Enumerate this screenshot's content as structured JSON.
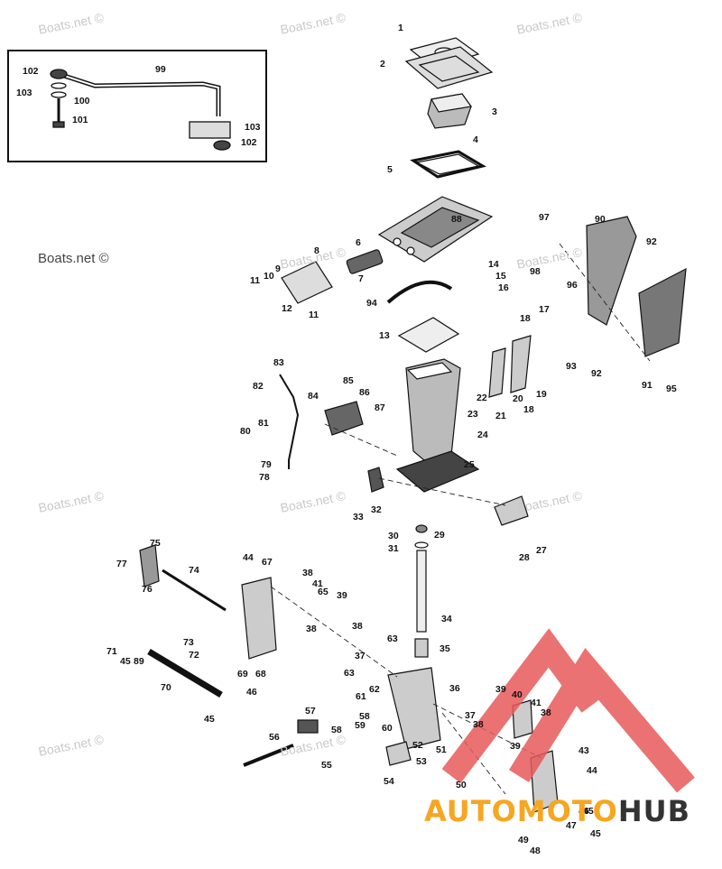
{
  "watermark": "Boats.net ©",
  "brand": {
    "part1": "AUTOMOTO",
    "part2": "HUB",
    "accent": "#f6a623",
    "mark_color": "#e85a5a"
  },
  "labels": {
    "l1": "1",
    "l2": "2",
    "l3": "3",
    "l4": "4",
    "l5": "5",
    "l6": "6",
    "l7": "7",
    "l8": "8",
    "l9": "9",
    "l10": "10",
    "l11a": "11",
    "l11b": "11",
    "l12": "12",
    "l13": "13",
    "l14": "14",
    "l15": "15",
    "l16": "16",
    "l17": "17",
    "l18a": "18",
    "l18b": "18",
    "l19": "19",
    "l20": "20",
    "l21": "21",
    "l22": "22",
    "l23": "23",
    "l24": "24",
    "l25": "25",
    "l27": "27",
    "l28": "28",
    "l29": "29",
    "l30": "30",
    "l31": "31",
    "l32": "32",
    "l33": "33",
    "l34": "34",
    "l35": "35",
    "l36": "36",
    "l37a": "37",
    "l37b": "37",
    "l38a": "38",
    "l38b": "38",
    "l38c": "38",
    "l38d": "38",
    "l38e": "38",
    "l39a": "39",
    "l39b": "39",
    "l39c": "39",
    "l40": "40",
    "l41a": "41",
    "l41b": "41",
    "l43": "43",
    "l44a": "44",
    "l44b": "44",
    "l45a": "45",
    "l45b": "45",
    "l45c": "45",
    "l45d": "45",
    "l46a": "46",
    "l46b": "46",
    "l47": "47",
    "l48": "48",
    "l49": "49",
    "l50": "50",
    "l51": "51",
    "l52": "52",
    "l53": "53",
    "l54": "54",
    "l55": "55",
    "l56": "56",
    "l57": "57",
    "l58a": "58",
    "l58b": "58",
    "l59": "59",
    "l60": "60",
    "l61": "61",
    "l62": "62",
    "l63a": "63",
    "l63b": "63",
    "l65": "65",
    "l67": "67",
    "l68": "68",
    "l69": "69",
    "l70": "70",
    "l71": "71",
    "l72": "72",
    "l73": "73",
    "l74": "74",
    "l75": "75",
    "l76": "76",
    "l77": "77",
    "l78": "78",
    "l79": "79",
    "l80": "80",
    "l81": "81",
    "l82": "82",
    "l83": "83",
    "l84": "84",
    "l85": "85",
    "l86": "86",
    "l87": "87",
    "l88": "88",
    "l89": "89",
    "l90": "90",
    "l91": "91",
    "l92a": "92",
    "l92b": "92",
    "l93": "93",
    "l94": "94",
    "l95": "95",
    "l96": "96",
    "l97": "97",
    "l98": "98",
    "l99": "99",
    "l100": "100",
    "l101": "101",
    "l102a": "102",
    "l102b": "102",
    "l103a": "103",
    "l103b": "103"
  }
}
